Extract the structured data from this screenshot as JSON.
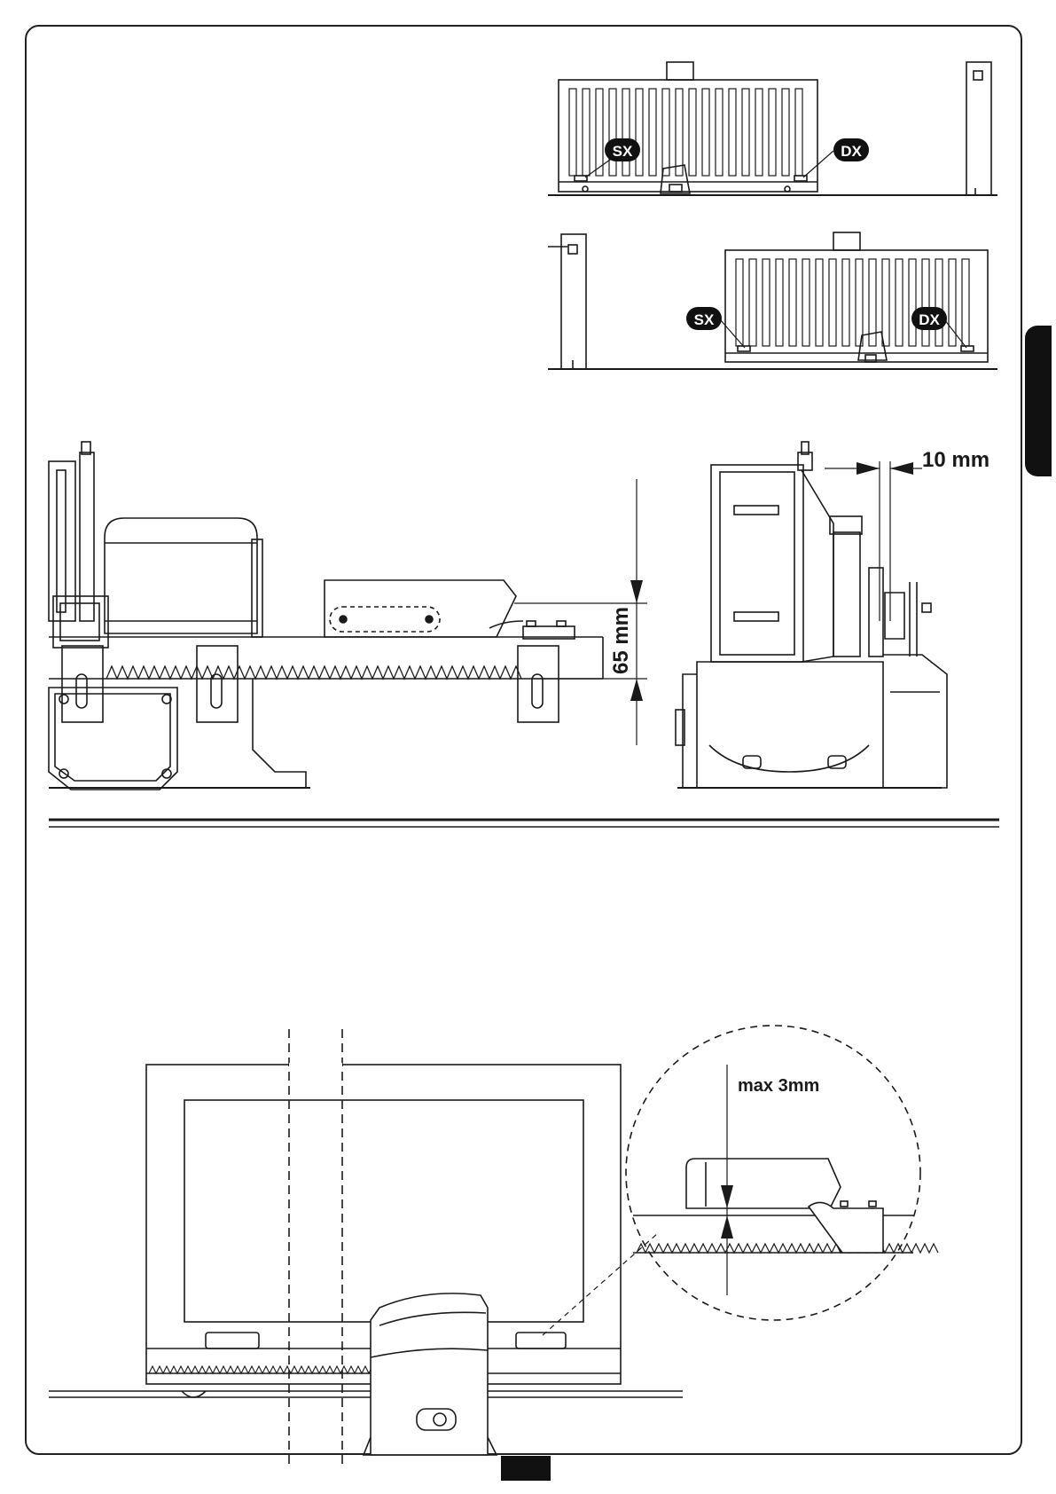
{
  "labels": {
    "sx": "SX",
    "dx": "DX",
    "dim_10": "10 mm",
    "dim_65": "65 mm",
    "max_3": "max 3mm"
  },
  "colors": {
    "ink": "#1a1a1a",
    "badge": "#111111"
  }
}
